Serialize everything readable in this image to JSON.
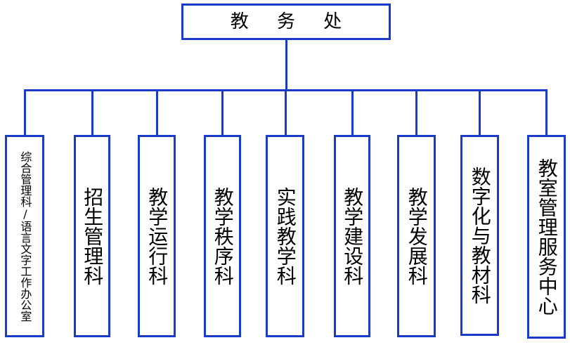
{
  "diagram": {
    "type": "organizational-chart",
    "orientation": "top-down",
    "line_color": "#1A3BC7",
    "box_border_color": "#1A3BC7",
    "box_fill_color": "#FFFFFF",
    "text_color": "#000000",
    "root": {
      "label": "教 务 处",
      "plain_label": "教务处"
    },
    "children": [
      {
        "label": "综合管理科/语言文字工作办公室"
      },
      {
        "label": "招生管理科"
      },
      {
        "label": "教学运行科"
      },
      {
        "label": "教学秩序科"
      },
      {
        "label": "实践教学科"
      },
      {
        "label": "教学建设科"
      },
      {
        "label": "教学发展科"
      },
      {
        "label": "数字化与教材科"
      },
      {
        "label": "教室管理服务中心"
      }
    ]
  }
}
